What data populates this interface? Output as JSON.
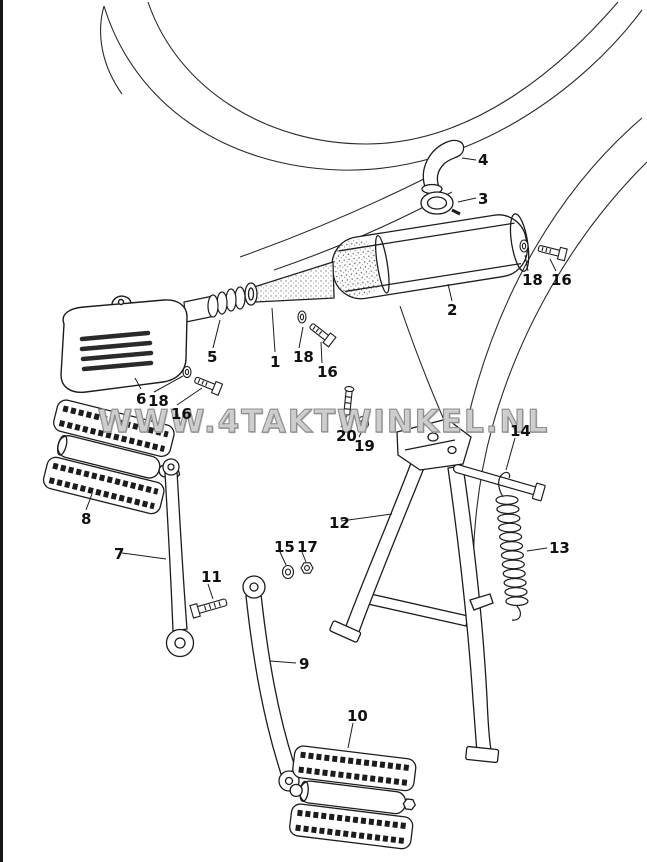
{
  "watermark": {
    "text": "WWW.4TAKTWINKEL.NL"
  },
  "colors": {
    "ink": "#1c1c1c",
    "frame_line": "#2a2a2a",
    "watermark_gray": "#8f8f8f",
    "background": "#ffffff"
  },
  "diagram": {
    "kind": "exploded-parts-line-drawing",
    "part_numbers_shown": [
      "1",
      "2",
      "3",
      "4",
      "5",
      "6",
      "7",
      "8",
      "9",
      "10",
      "11",
      "12",
      "13",
      "14",
      "15",
      "16",
      "17",
      "18",
      "19",
      "20"
    ]
  },
  "callouts": [
    {
      "label": "4"
    },
    {
      "label": "3"
    },
    {
      "label": "18"
    },
    {
      "label": "16"
    },
    {
      "label": "2"
    },
    {
      "label": "5"
    },
    {
      "label": "1"
    },
    {
      "label": "18"
    },
    {
      "label": "16"
    },
    {
      "label": "6"
    },
    {
      "label": "18"
    },
    {
      "label": "16"
    },
    {
      "label": "20"
    },
    {
      "label": "19"
    },
    {
      "label": "14"
    },
    {
      "label": "8"
    },
    {
      "label": "12"
    },
    {
      "label": "13"
    },
    {
      "label": "7"
    },
    {
      "label": "15"
    },
    {
      "label": "17"
    },
    {
      "label": "11"
    },
    {
      "label": "9"
    },
    {
      "label": "10"
    }
  ]
}
